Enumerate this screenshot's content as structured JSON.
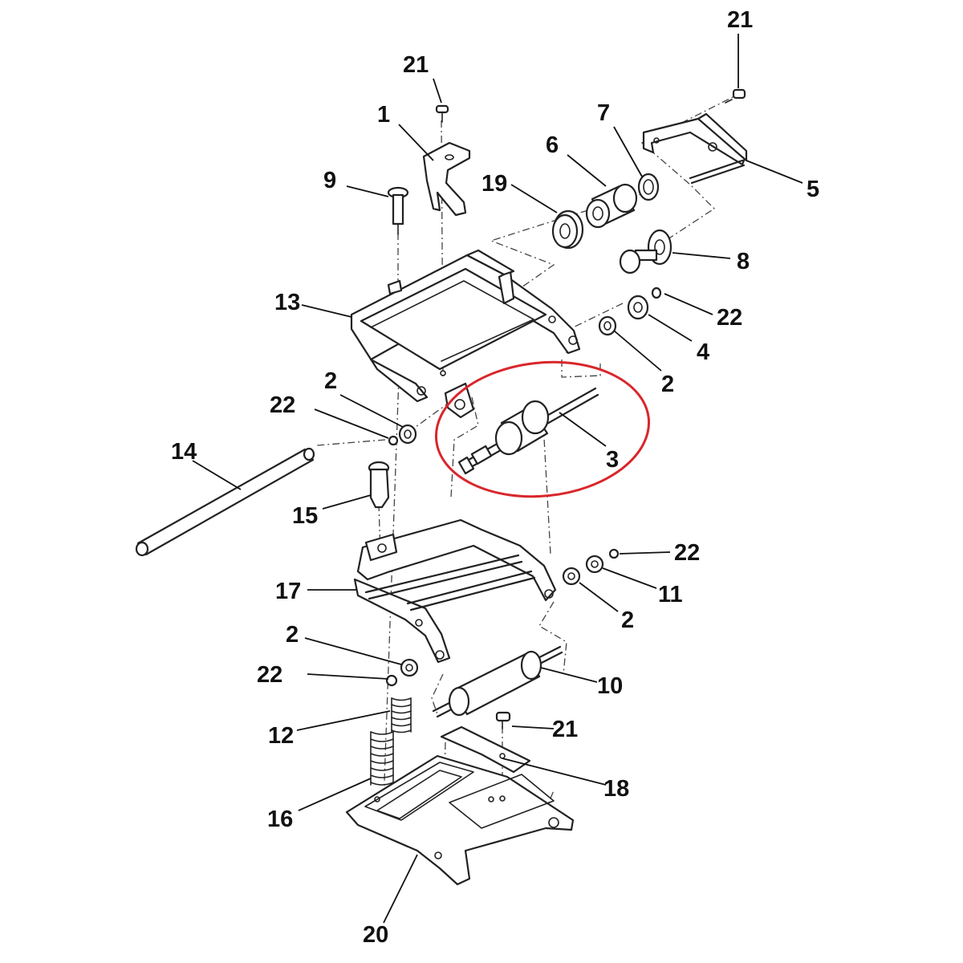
{
  "highlight": {
    "color": "#d9262b",
    "target_part": "3"
  },
  "callouts": [
    {
      "id": "c21a",
      "label": "21"
    },
    {
      "id": "c21b",
      "label": "21"
    },
    {
      "id": "c21c",
      "label": "21"
    },
    {
      "id": "c1",
      "label": "1"
    },
    {
      "id": "c9",
      "label": "9"
    },
    {
      "id": "c7",
      "label": "7"
    },
    {
      "id": "c6",
      "label": "6"
    },
    {
      "id": "c19",
      "label": "19"
    },
    {
      "id": "c5",
      "label": "5"
    },
    {
      "id": "c8",
      "label": "8"
    },
    {
      "id": "c13",
      "label": "13"
    },
    {
      "id": "c22a",
      "label": "22"
    },
    {
      "id": "c4",
      "label": "4"
    },
    {
      "id": "c2a",
      "label": "2"
    },
    {
      "id": "c2b",
      "label": "2"
    },
    {
      "id": "c22b",
      "label": "22"
    },
    {
      "id": "c3",
      "label": "3"
    },
    {
      "id": "c14",
      "label": "14"
    },
    {
      "id": "c15",
      "label": "15"
    },
    {
      "id": "c22c",
      "label": "22"
    },
    {
      "id": "c17",
      "label": "17"
    },
    {
      "id": "c11",
      "label": "11"
    },
    {
      "id": "c2c",
      "label": "2"
    },
    {
      "id": "c2d",
      "label": "2"
    },
    {
      "id": "c22d",
      "label": "22"
    },
    {
      "id": "c10",
      "label": "10"
    },
    {
      "id": "c12",
      "label": "12"
    },
    {
      "id": "c18",
      "label": "18"
    },
    {
      "id": "c16",
      "label": "16"
    },
    {
      "id": "c20",
      "label": "20"
    }
  ]
}
